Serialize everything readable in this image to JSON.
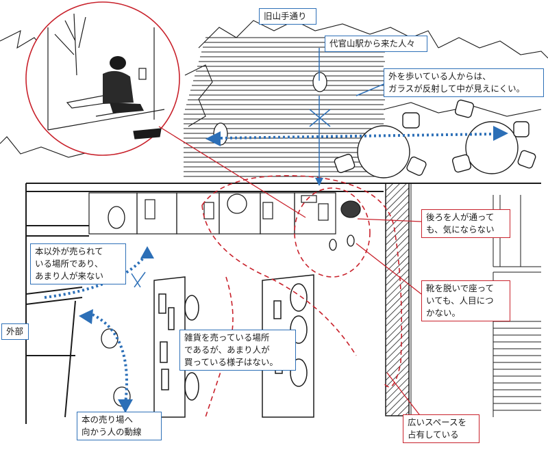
{
  "labels": {
    "street": "旧山手通り",
    "people_from_station": "代官山駅から来た人々",
    "glass_reflection": "外を歩いている人からは、\nガラスが反射して中が見えにくい。",
    "back_passing": "後ろを人が通って\nも、気にならない",
    "non_book_area": "本以外が売られて\nいる場所であり、\nあまり人が来ない",
    "exterior": "外部",
    "shoes_off": "靴を脱いで座って\nいても、人目につ\nかない。",
    "goods_area": "雑貨を売っている場所\nであるが、あまり人が\n買っている様子はない。",
    "flow_to_books": "本の売り場へ\n向かう人の動線",
    "large_space": "広いスペースを\n占有している"
  },
  "colors": {
    "blue_annotation": "#2c6fb7",
    "red_annotation": "#c8202a",
    "ink": "#1a1a1a"
  }
}
